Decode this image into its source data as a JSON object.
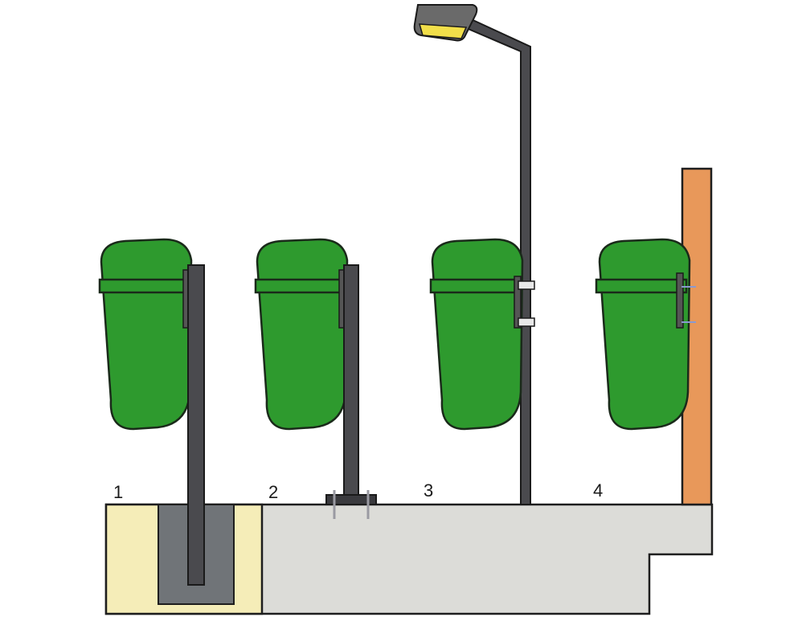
{
  "labels": {
    "one": "1",
    "two": "2",
    "three": "3",
    "four": "4"
  },
  "colors": {
    "bin": "#2e9a2e",
    "bin_outline": "#1a2a1a",
    "pole": "#4a4a4e",
    "pole_outline": "#1a1a1a",
    "concrete": "#dcdcd8",
    "soil": "#f5edb8",
    "foundation": "#707478",
    "wall": "#e8985a",
    "lamp_glow": "#f2df4a"
  },
  "icons": [
    "waste-bin-icon",
    "post-icon",
    "street-lamp-icon",
    "wall-icon",
    "anchor-bolt-icon"
  ]
}
